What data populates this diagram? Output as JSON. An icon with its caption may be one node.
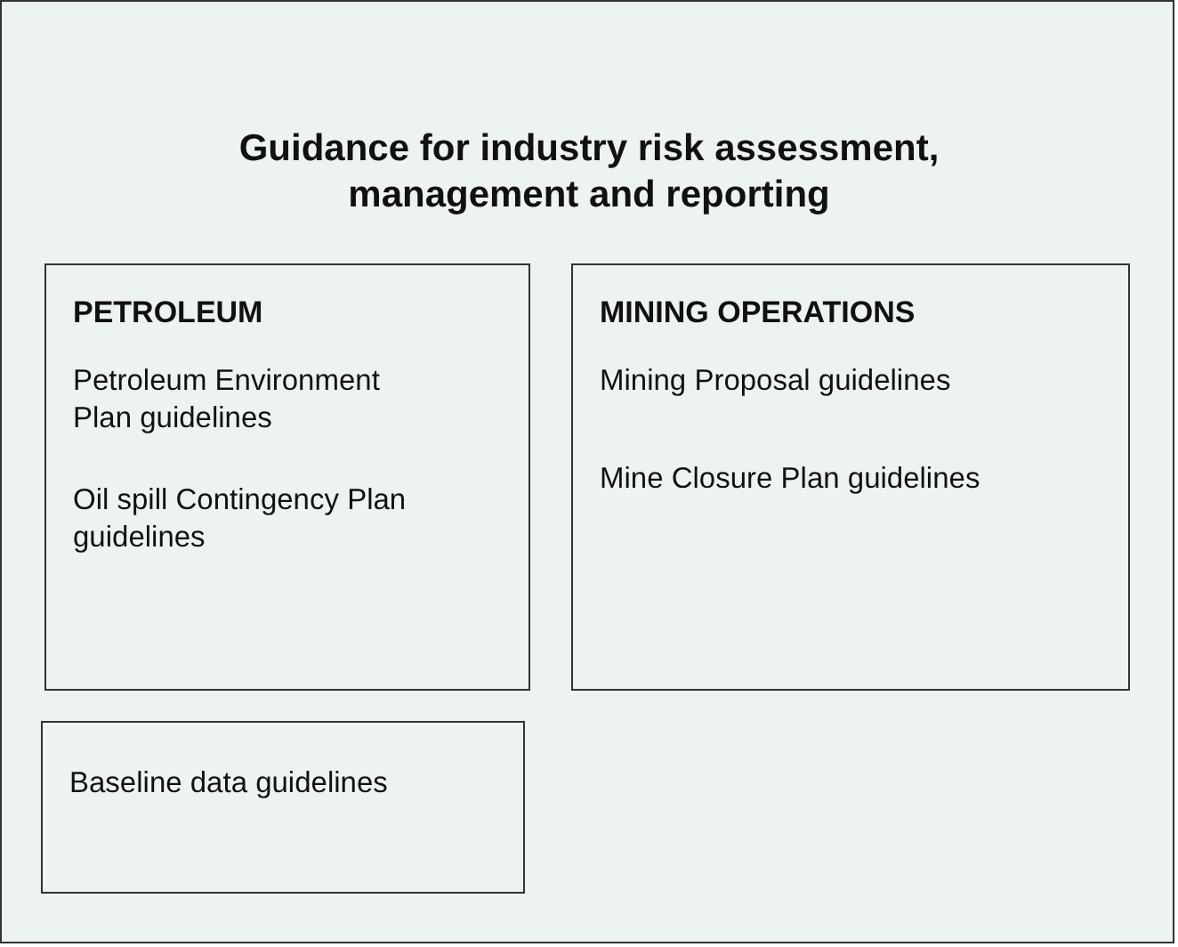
{
  "diagram": {
    "nodes": [
      {
        "text": [
          "Guidance for industry risk assessment, management and reporting"
        ]
      },
      {
        "text": [
          "PETROLEUM",
          "Petroleum Environment Plan guidelines",
          "Oil spill Contingency Plan guidelines"
        ],
        "in": 0
      },
      {
        "text": [
          "MINING OPERATIONS",
          "Mining Proposal guidelines",
          "Mine Closure Plan guidelines"
        ],
        "in": 0
      },
      {
        "text": [
          "Baseline data guidelines"
        ],
        "in": 0
      }
    ]
  }
}
